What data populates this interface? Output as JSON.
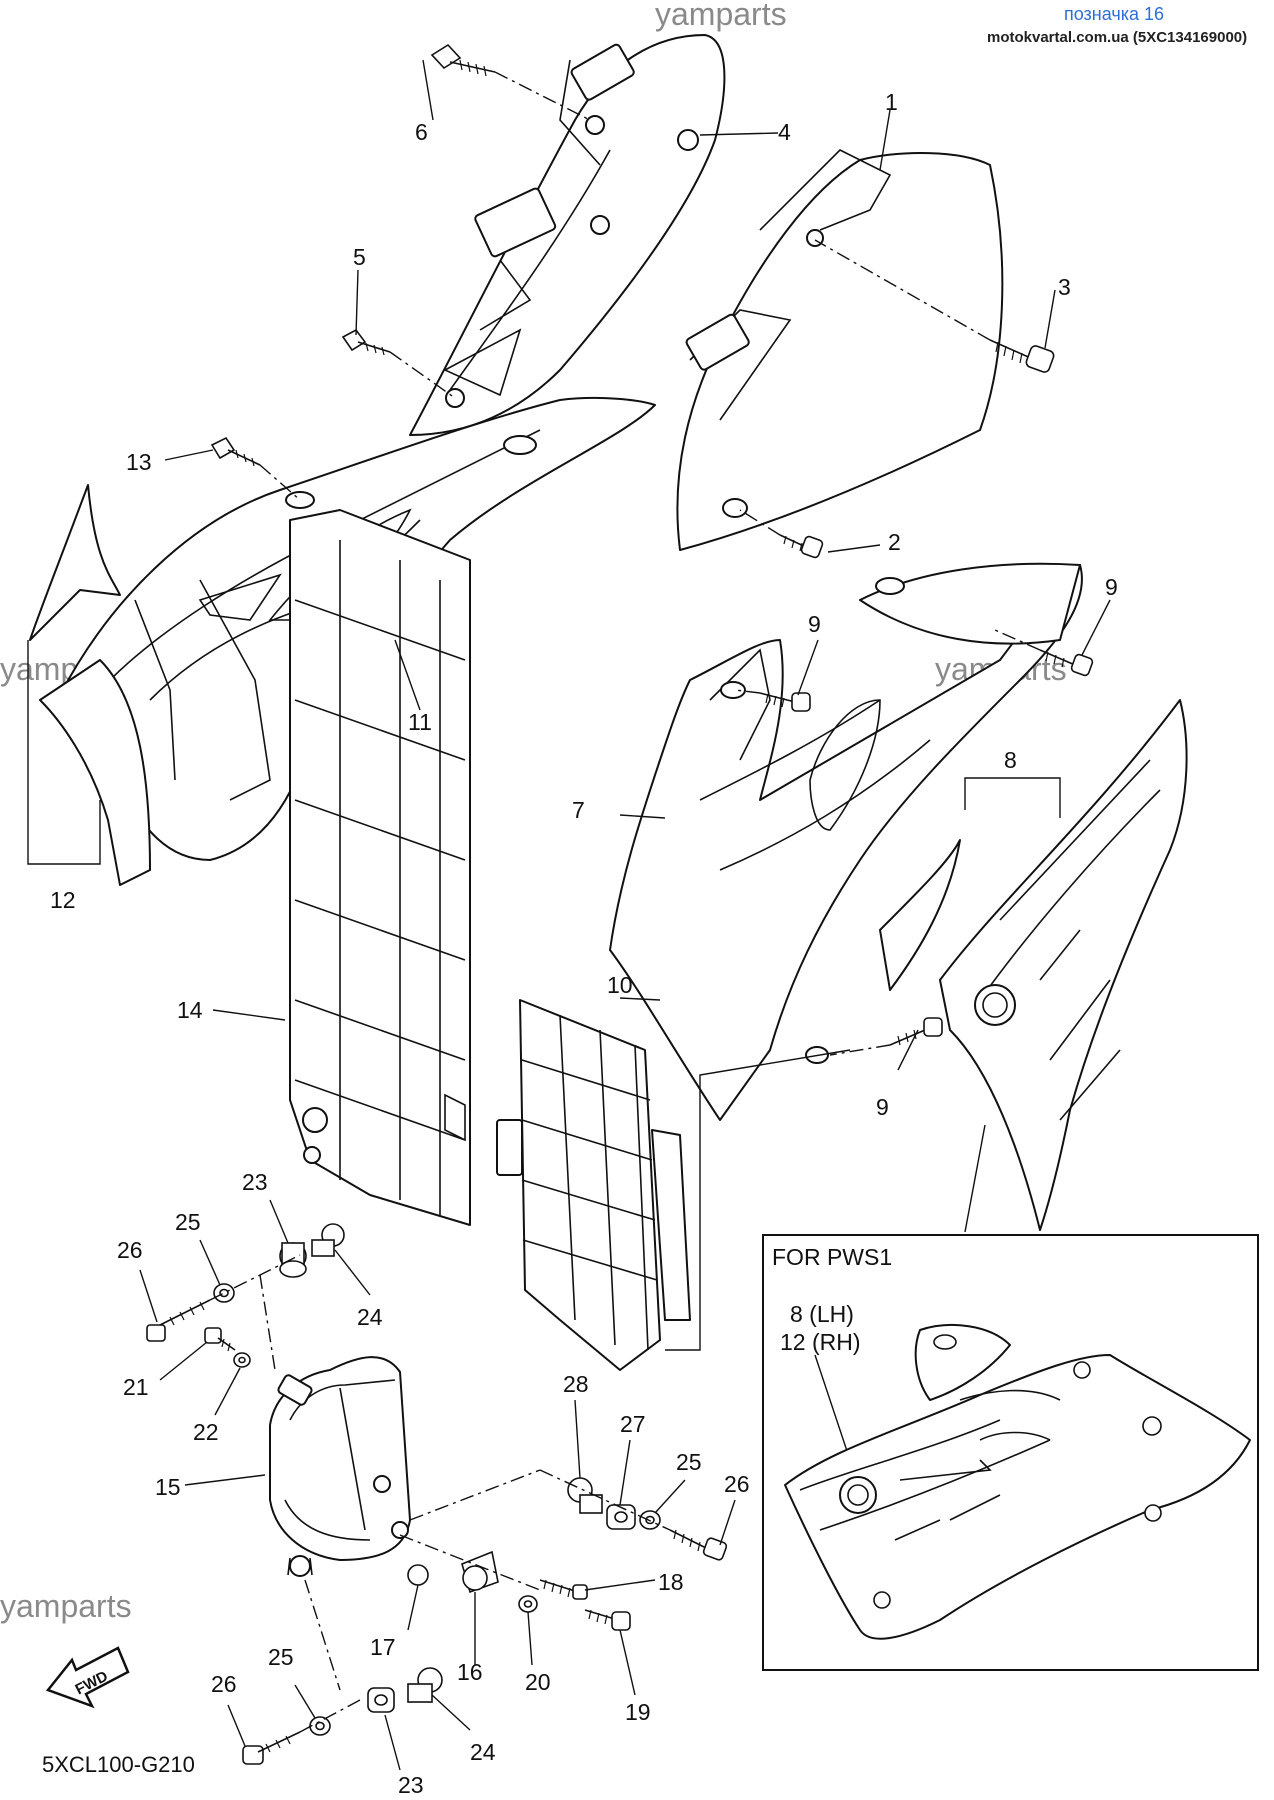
{
  "header": {
    "label": "позначка 16",
    "source": "motokvartal.com.ua (5XC134169000)"
  },
  "watermark": "yamparts",
  "diagram_code": "5XCL100-G210",
  "fwd_label": "FWD",
  "inset": {
    "title": "FOR PWS1",
    "note_line1": "8  (LH)",
    "note_line2": "12 (RH)"
  },
  "callouts": {
    "c1": "1",
    "c2": "2",
    "c3": "3",
    "c4": "4",
    "c5": "5",
    "c6": "6",
    "c7": "7",
    "c8": "8",
    "c9a": "9",
    "c9b": "9",
    "c9c": "9",
    "c10": "10",
    "c11": "11",
    "c12": "12",
    "c13": "13",
    "c14": "14",
    "c15": "15",
    "c16": "16",
    "c17": "17",
    "c18": "18",
    "c19": "19",
    "c20": "20",
    "c21": "21",
    "c22": "22",
    "c23a": "23",
    "c23b": "23",
    "c24a": "24",
    "c24b": "24",
    "c25a": "25",
    "c25b": "25",
    "c25c": "25",
    "c26a": "26",
    "c26b": "26",
    "c26c": "26",
    "c27": "27",
    "c28": "28"
  }
}
